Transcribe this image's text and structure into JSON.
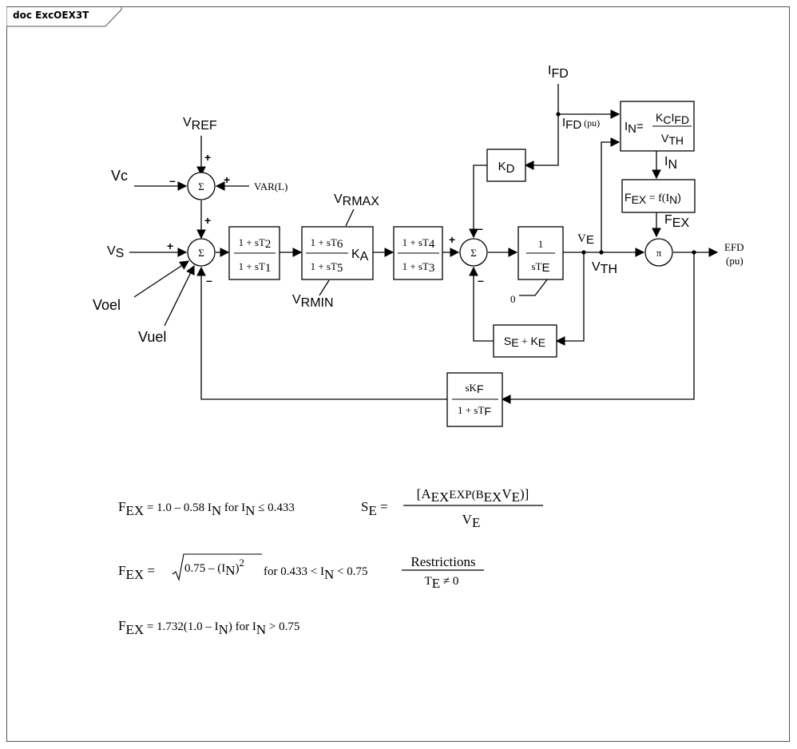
{
  "frame": {
    "title": "doc ExcOEX3T"
  },
  "diagram": {
    "inputs": {
      "vref": "V",
      "vref_sub": "REF",
      "vc": "Vc",
      "var_l": "VAR(L)",
      "vs": "V",
      "vs_sub": "S",
      "voel": "Voel",
      "vuel": "Vuel",
      "ifd": "I",
      "ifd_sub": "FD"
    },
    "summers": {
      "symbol": "Σ",
      "multiplier": "π"
    },
    "signs": {
      "plus": "+",
      "minus": "–"
    },
    "blocks": {
      "lead_lag_1": {
        "num": "1 + sT",
        "num_sub": "2",
        "den": "1 + sT",
        "den_sub": "1"
      },
      "lead_lag_2": {
        "num": "1 + sT",
        "num_sub": "6",
        "den": "1 + sT",
        "den_sub": "5",
        "gain": "K",
        "gain_sub": "A"
      },
      "lead_lag_3": {
        "num": "1 + sT",
        "num_sub": "4",
        "den": "1 + sT",
        "den_sub": "3"
      },
      "integrator": {
        "num": "1",
        "den": "sT",
        "den_sub": "E"
      },
      "kd": {
        "text": "K",
        "sub": "D"
      },
      "se_ke": {
        "a": "S",
        "a_sub": "E",
        "op": " + ",
        "b": "K",
        "b_sub": "E"
      },
      "in_calc": {
        "lhs": "I",
        "lhs_sub": "N",
        "eq": "=",
        "num_a": "K",
        "num_a_sub": "C",
        "num_b": "I",
        "num_b_sub": "FD",
        "den": "V",
        "den_sub": "TH"
      },
      "fex_calc": {
        "lhs": "F",
        "lhs_sub": "EX",
        "rhs": " = f(I",
        "rhs_sub": "N",
        "close": ")"
      },
      "feedback": {
        "num": "sK",
        "num_sub": "F",
        "den": "1 + sT",
        "den_sub": "F"
      }
    },
    "limits": {
      "vrmax": "V",
      "vrmax_sub": "RMAX",
      "vrmin": "V",
      "vrmin_sub": "RMIN",
      "zero": "0"
    },
    "signals": {
      "ve": "V",
      "ve_sub": "E",
      "vth": "V",
      "vth_sub": "TH",
      "ifd_pu": "I",
      "ifd_pu_sub": "FD",
      "ifd_pu_unit": " (pu)",
      "in": "I",
      "in_sub": "N",
      "fex": "F",
      "fex_sub": "EX",
      "efd": "EFD",
      "efd_unit": "(pu)"
    }
  },
  "equations": {
    "eq1": {
      "lhs": "F",
      "lhs_sub": "EX",
      "rhs_a": " = 1.0 – 0.58 I",
      "rhs_a_sub": "N",
      "cond": " for I",
      "cond_sub": "N",
      "cond_rest": " ≤ 0.433",
      "se": "S",
      "se_sub": "E",
      "se_eq": " =",
      "frac_num_a": "[A",
      "frac_num_a_sub": "EX",
      "frac_num_b": "EXP(B",
      "frac_num_b_sub": "EX",
      "frac_num_c": "V",
      "frac_num_c_sub": "E",
      "frac_num_d": ")]",
      "frac_den": "V",
      "frac_den_sub": "E"
    },
    "eq2": {
      "lhs": "F",
      "lhs_sub": "EX",
      "eq": " =",
      "rad": "0.75 – (I",
      "rad_sub": "N",
      "rad_close": ")",
      "rad_sup": "2",
      "cond": " for 0.433 < I",
      "cond_sub": "N",
      "cond_rest": " < 0.75",
      "restr": "Restrictions",
      "restr_den": "T",
      "restr_den_sub": "E",
      "restr_den_rest": " ≠ 0"
    },
    "eq3": {
      "lhs": "F",
      "lhs_sub": "EX",
      "rhs": " = 1.732(1.0 – I",
      "rhs_sub": "N",
      "rhs_close": ") for I",
      "cond_sub": "N",
      "cond_rest": " > 0.75"
    }
  }
}
